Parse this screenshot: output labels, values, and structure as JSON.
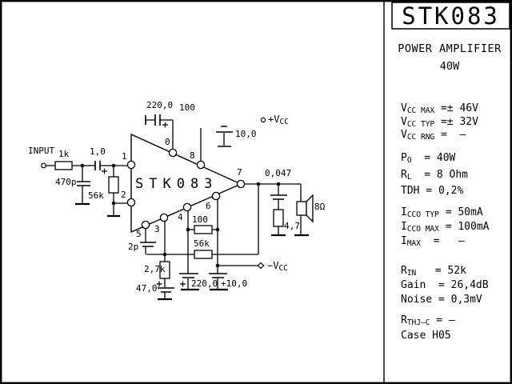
{
  "colors": {
    "ink": "#000000",
    "paper": "#ffffff"
  },
  "title_block": {
    "part": "STK083",
    "description": "POWER AMPLIFIER",
    "power": "40W"
  },
  "specs": [
    {
      "base": "V",
      "sub": "CC MAX",
      "rest": " =± 46V"
    },
    {
      "base": "V",
      "sub": "CC TYP",
      "rest": " =± 32V"
    },
    {
      "base": "V",
      "sub": "CC RNG",
      "rest": " =  –"
    },
    {
      "base": "P",
      "sub": "O",
      "rest": "  = 40W"
    },
    {
      "base": "R",
      "sub": "L",
      "rest": "  = 8 Ohm"
    },
    {
      "base": "TDH",
      "sub": "",
      "rest": " = 0,2%"
    },
    {
      "base": "I",
      "sub": "CCO TYP",
      "rest": " = 50mA"
    },
    {
      "base": "I",
      "sub": "CCO MAX",
      "rest": " = 100mA"
    },
    {
      "base": "I",
      "sub": "MAX",
      "rest": "  =   –"
    },
    {
      "base": "R",
      "sub": "IN",
      "rest": "   = 52k"
    },
    {
      "base": "Gain",
      "sub": "",
      "rest": "  = 26,4dB"
    },
    {
      "base": "Noise",
      "sub": "",
      "rest": " = 0,3mV"
    },
    {
      "base": "R",
      "sub": "THJ–C",
      "rest": " = –"
    },
    {
      "base": "Case H05",
      "sub": "",
      "rest": ""
    }
  ],
  "schematic": {
    "chip": "STK083",
    "input_label": "INPUT",
    "supply_pos": {
      "base": "+V",
      "sub": "CC"
    },
    "supply_neg": {
      "base": "−V",
      "sub": "CC"
    },
    "pins": {
      "p0": "0",
      "p1": "1",
      "p2": "2",
      "p3": "3",
      "p4": "4",
      "p5": "5",
      "p6": "6",
      "p7": "7",
      "p8": "8"
    },
    "components": {
      "r_series": "1k",
      "c_coupling": "1,0",
      "c_input": "470p",
      "r_input": "56k",
      "c_bootstrap": "220,0",
      "top_100": "100",
      "c_supply": "10,0",
      "c_zobel": "0,047",
      "r_zobel": "4,7",
      "speaker": "8Ω",
      "c_comp": "2p",
      "r_fb_lower": "2,7k",
      "c_fb": "47,0",
      "r_100": "100",
      "r_fb": "56k",
      "c_dec_220": "220,0",
      "c_dec_10": "+10,0"
    }
  }
}
